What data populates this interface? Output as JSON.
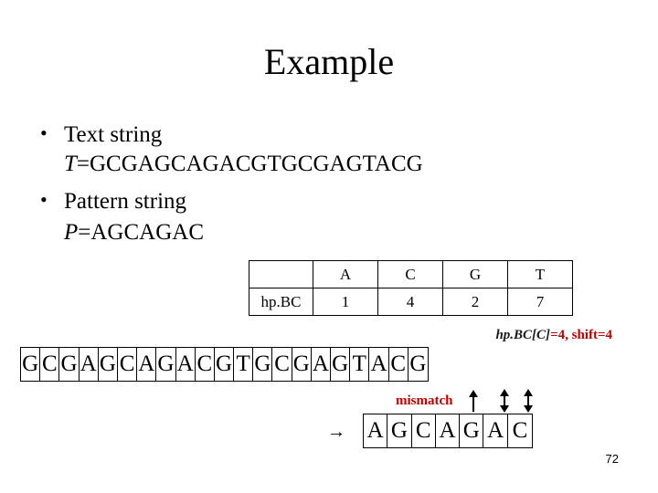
{
  "title": "Example",
  "bullets": [
    {
      "label": "Text string",
      "var": "T",
      "value": "=GCGAGCAGACGTGCGAGTACG"
    },
    {
      "label": "Pattern string",
      "var": "P",
      "value": "=AGCAGAC"
    }
  ],
  "bullet_symbol": "•",
  "table": {
    "headers": [
      "A",
      "C",
      "G",
      "T"
    ],
    "row_label": "hp.BC",
    "values": [
      "1",
      "4",
      "2",
      "7"
    ]
  },
  "note": {
    "ref": "hp.BC[C]",
    "rest": "=4, shift=4"
  },
  "text_chars": [
    "G",
    "C",
    "G",
    "A",
    "G",
    "C",
    "A",
    "G",
    "A",
    "C",
    "G",
    "T",
    "G",
    "C",
    "G",
    "A",
    "G",
    "T",
    "A",
    "C",
    "G"
  ],
  "pattern_chars": [
    "A",
    "G",
    "C",
    "A",
    "G",
    "A",
    "C"
  ],
  "mismatch_label": "mismatch",
  "arrow_symbol": "→",
  "page_number": "72",
  "colors": {
    "mismatch": "#c00000",
    "text": "#000000"
  }
}
